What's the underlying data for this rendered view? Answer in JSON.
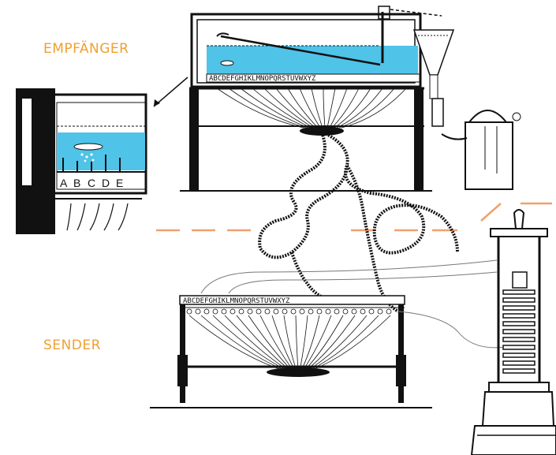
{
  "labels": {
    "receiver": "EMPFÄNGER",
    "sender": "SENDER"
  },
  "receiver_alphabet": "ABCDEFGHIKLMNOPQRSTUVWXYZ",
  "sender_alphabet": "ABCDEFGHIKLMNOPQRSTUVWXYZ",
  "detail_letters": [
    "A",
    "B",
    "C",
    "D",
    "E"
  ],
  "colors": {
    "accent": "#f0a030",
    "water": "#4fc3e8",
    "ink": "#111111",
    "dashes": "#f0a070"
  }
}
